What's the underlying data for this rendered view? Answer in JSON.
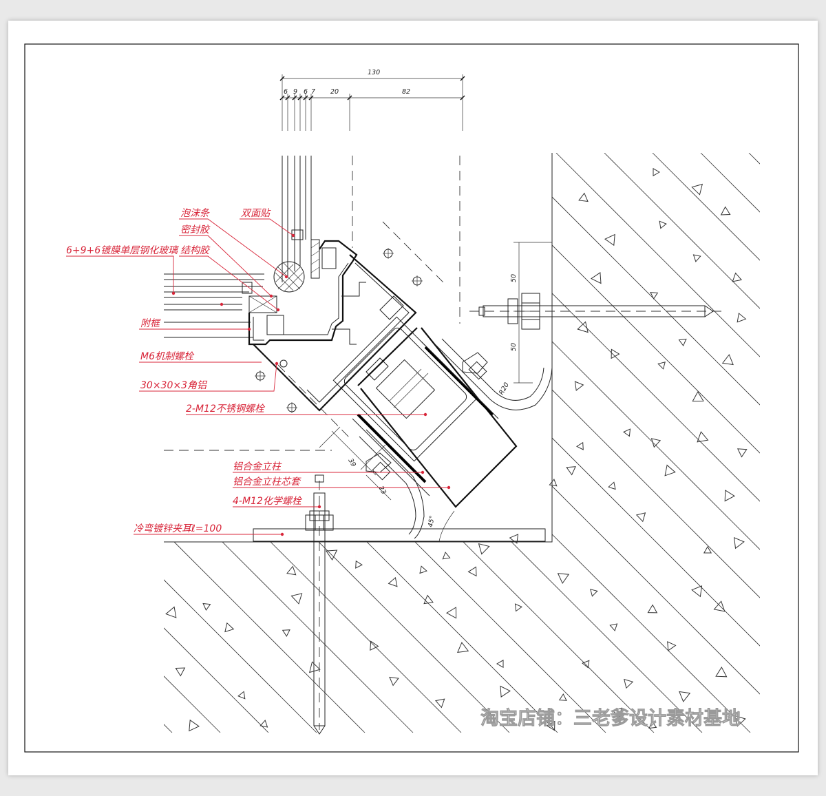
{
  "dimensions": {
    "total": "130",
    "segments": [
      "6",
      "9",
      "6",
      "7",
      "20",
      "82"
    ],
    "vertical": [
      "50",
      "50"
    ],
    "radius": "R20",
    "flange_a": "39",
    "flange_b": "23",
    "angle": "45°"
  },
  "labels": {
    "foam_strip": "泡沫条",
    "double_tape": "双面贴",
    "sealant": "密封胶",
    "glass": "6+9+6镀膜单层钢化玻璃",
    "structural_sealant": "结构胶",
    "sub_frame": "附框",
    "m6_screw": "M6机制螺栓",
    "angle_aluminum": "30×30×3角铝",
    "m12_bolts": "2-M12不锈钢螺栓",
    "mullion": "铝合金立柱",
    "mullion_sleeve": "铝合金立柱芯套",
    "chemical_bolts": "4-M12化学螺栓",
    "bracket": "冷弯镀锌夹耳ℓ=100"
  },
  "watermark": "淘宝店铺：三老爹设计素材基地",
  "colors": {
    "annotation": "#d8263a",
    "line": "#222222",
    "sheet": "#ffffff",
    "background": "#e9e9e9"
  }
}
